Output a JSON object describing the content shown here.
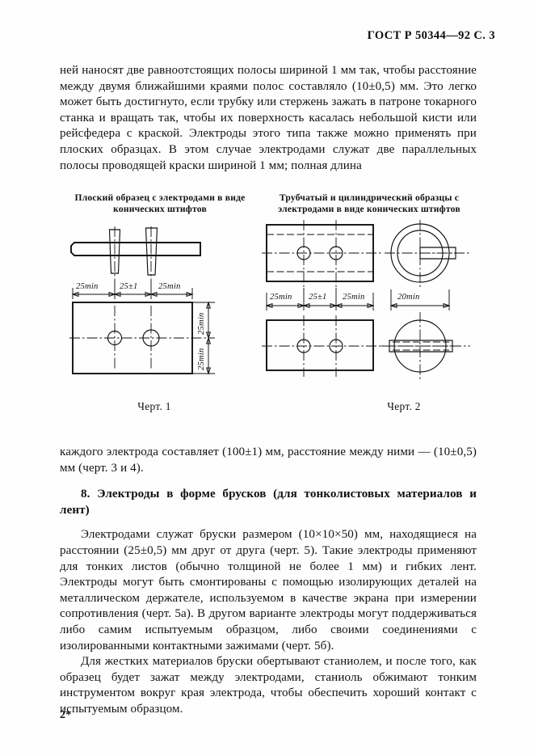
{
  "header": {
    "standard": "ГОСТ Р 50344—92 С. 3"
  },
  "body": {
    "paragraph_1": "ней наносят две равноотстоящих полосы шириной 1 мм так, чтобы расстояние между двумя ближайшими краями полос составляло (10±0,5) мм. Это легко может быть достигнуто, если трубку или стержень зажать в патроне токарного станка и вращать так, чтобы их поверхность касалась небольшой кисти или рейсфедера с краской. Электроды этого типа также можно применять при плоских образцах. В этом случае электродами служат две параллельных полосы проводящей краски шириной 1 мм; полная длина",
    "paragraph_2": "каждого электрода составляет (100±1) мм, расстояние между ними — (10±0,5) мм (черт. 3 и 4).",
    "section_heading": "8. Электроды в форме брусков (для тонколистовых материалов и лент)",
    "paragraph_3": "Электродами служат бруски размером (10×10×50) мм, находящиеся на расстоянии (25±0,5) мм друг от друга (черт. 5). Такие электроды применяют для тонких листов (обычно толщиной не более 1 мм) и гибких лент. Электроды могут быть смонтированы с помощью изолирующих деталей на металлическом держателе, используемом в качестве экрана при измерении сопротивления (черт. 5а). В другом варианте электроды могут поддерживаться либо самим испытуемым образцом, либо своими соединениями с изолированными контактными зажимами (черт. 5б).",
    "paragraph_4": "Для жестких материалов бруски обертывают станиолем, и после того, как образец будет зажат между электродами, станиоль обжимают тонким инструментом вокруг края электрода, чтобы обеспечить хороший контакт с испытуемым образцом."
  },
  "figures": [
    {
      "id": "figure-1",
      "caption": "Плоский образец с электродами в виде конических штифтов",
      "number": "Черт. 1",
      "dimensions": {
        "horizontal": [
          "25min",
          "25±1",
          "25min"
        ],
        "vertical": [
          "25min",
          "25min"
        ]
      }
    },
    {
      "id": "figure-2",
      "caption": "Трубчатый и цилиндрический образцы с электродами в виде конических штифтов",
      "number": "Черт. 2",
      "dimensions": {
        "horizontal": [
          "25min",
          "25±1",
          "25min"
        ],
        "diameter": "20min"
      }
    }
  ],
  "footer": {
    "page_marker": "2*"
  }
}
